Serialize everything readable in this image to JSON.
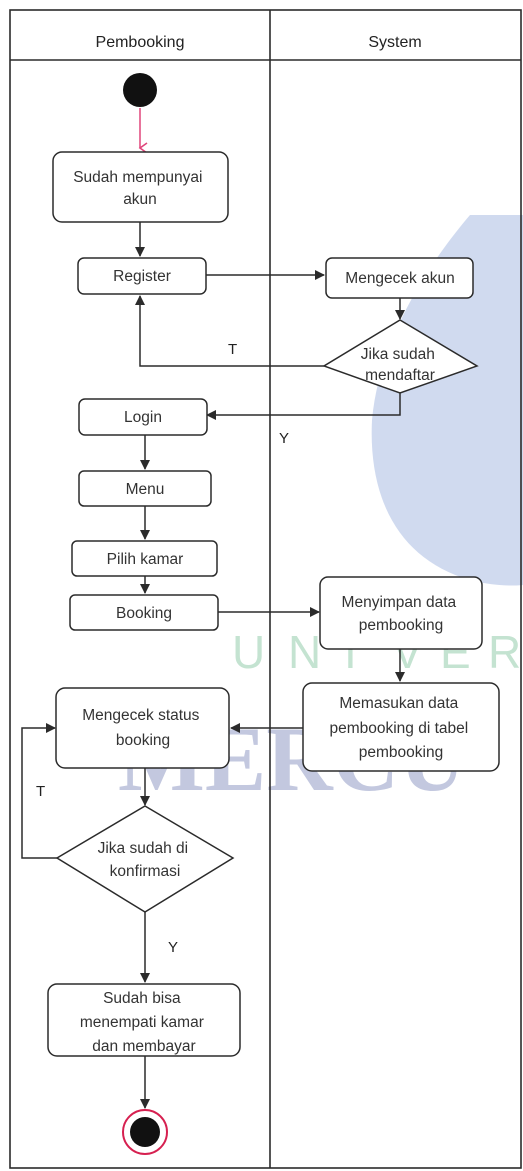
{
  "lanes": {
    "left_title": "Pembooking",
    "right_title": "System"
  },
  "nodes": {
    "has_account": [
      "Sudah mempunyai",
      "akun"
    ],
    "register": [
      "Register"
    ],
    "check_account": [
      "Mengecek akun"
    ],
    "already_registered": [
      "Jika sudah",
      "mendaftar"
    ],
    "login": [
      "Login"
    ],
    "menu": [
      "Menu"
    ],
    "choose_room": [
      "Pilih kamar"
    ],
    "booking": [
      "Booking"
    ],
    "save_data": [
      "Menyimpan data",
      "pembooking"
    ],
    "insert_data": [
      "Memasukan data",
      "pembooking di tabel",
      "pembooking"
    ],
    "check_status": [
      "Mengecek status",
      "booking"
    ],
    "confirmed": [
      "Jika sudah di",
      "konfirmasi"
    ],
    "can_occupy": [
      "Sudah bisa",
      "menempati kamar",
      "dan membayar"
    ]
  },
  "edge_labels": {
    "no_register": "T",
    "yes_login": "Y",
    "no_confirm": "T",
    "yes_confirm": "Y"
  },
  "watermark": {
    "letters": [
      "U",
      "N",
      "I",
      "V",
      "E",
      "R"
    ],
    "word": "MERCU"
  },
  "colors": {
    "line": "#2b2b2b",
    "start_node": "#111111",
    "start_arrow": "#e0457b",
    "end_ring": "#d62050",
    "watermark_blue": "#2a56b8",
    "watermark_green": "#3fa66a"
  }
}
